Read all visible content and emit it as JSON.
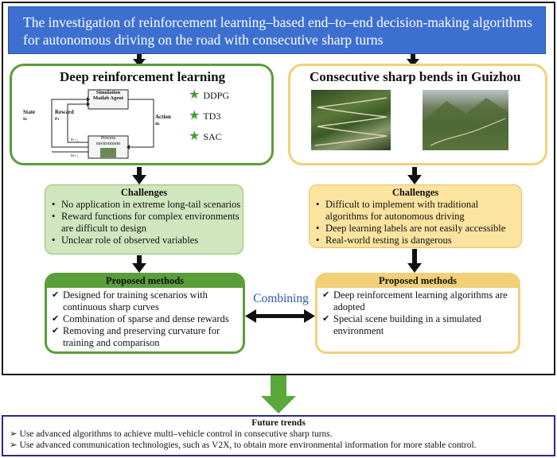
{
  "title": "The investigation of reinforcement learning–based end–to–end decision-making algorithms for autonomous driving on the road with consecutive sharp turns",
  "left_panel": {
    "heading": "Deep reinforcement learning",
    "diagram": {
      "agent": "Simulation Matlab Agent",
      "environment": "Process environment",
      "state": "State",
      "state_sub": "sₜ",
      "reward": "Reward",
      "reward_sub": "rₜ",
      "action": "Action",
      "action_sub": "aₜ",
      "r_next": "rₜ₊₁",
      "s_next": "sₜ₊₁"
    },
    "algorithms": [
      "DDPG",
      "TD3",
      "SAC"
    ]
  },
  "right_panel": {
    "heading": "Consecutive sharp bends in Guizhou"
  },
  "left_challenges": {
    "heading": "Challenges",
    "items": [
      "No application in extreme long-tail scenarios",
      "Reward functions for complex environments are difficult to design",
      "Unclear role of observed variables"
    ]
  },
  "right_challenges": {
    "heading": "Challenges",
    "items": [
      "Difficult to implement with traditional algorithms for autonomous driving",
      "Deep learning labels are not easily accessible",
      "Real-world testing is dangerous"
    ]
  },
  "left_methods": {
    "heading": "Proposed methods",
    "items": [
      "Designed for training scenarios with continuous sharp curves",
      "Combination of sparse and dense rewards",
      "Removing and preserving curvature for training and comparison"
    ]
  },
  "right_methods": {
    "heading": "Proposed methods",
    "items": [
      "Deep reinforcement learning algorithms are adopted",
      "Special scene building in a simulated environment"
    ]
  },
  "combining_label": "Combining",
  "future": {
    "heading": "Future trends",
    "items": [
      "Use advanced algorithms to achieve multi–vehicle control in consecutive sharp turns.",
      "Use advanced communication technologies, such as V2X, to obtain more environmental information for more stable control."
    ]
  },
  "colors": {
    "title_bg": "#3d6fd1",
    "green": "#5a9e3a",
    "yellow": "#f2d078",
    "green_fill": "#cfe6be",
    "yellow_fill": "#fbe3a0",
    "combining_text": "#2a55b0"
  }
}
